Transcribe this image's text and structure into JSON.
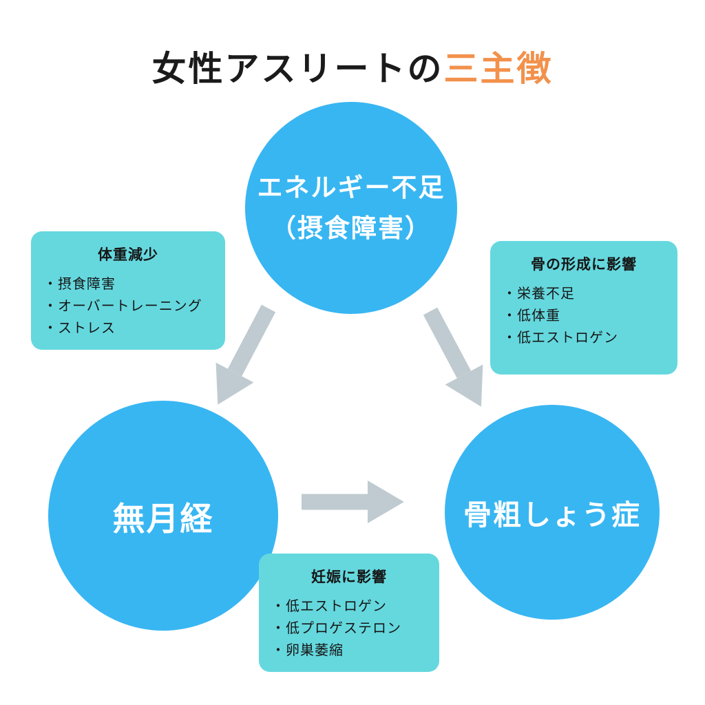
{
  "title": {
    "black_part": "女性アスリートの",
    "orange_part": "三主徴"
  },
  "nodes": {
    "energy": {
      "line1": "エネルギー不足",
      "line2": "（摂食障害）"
    },
    "amenorrhea": {
      "label": "無月経"
    },
    "osteoporosis": {
      "label": "骨粗しょう症"
    }
  },
  "callouts": {
    "weight_loss": {
      "title": "体重減少",
      "items": [
        "・摂食障害",
        "・オーバートレーニング",
        "・ストレス"
      ]
    },
    "bone_formation": {
      "title": "骨の形成に影響",
      "items": [
        "・栄養不足",
        "・低体重",
        "・低エストロゲン"
      ]
    },
    "pregnancy": {
      "title": "妊娠に影響",
      "items": [
        "・低エストロゲン",
        "・低プロゲステロン",
        "・卵巣萎縮"
      ]
    }
  },
  "colors": {
    "circle_blue": "#38b6f2",
    "callout_teal": "#65d8de",
    "arrow_gray": "#bfcbd1",
    "title_accent_orange": "#f2914c",
    "text_dark": "#1b1b1b",
    "text_white": "#ffffff"
  }
}
